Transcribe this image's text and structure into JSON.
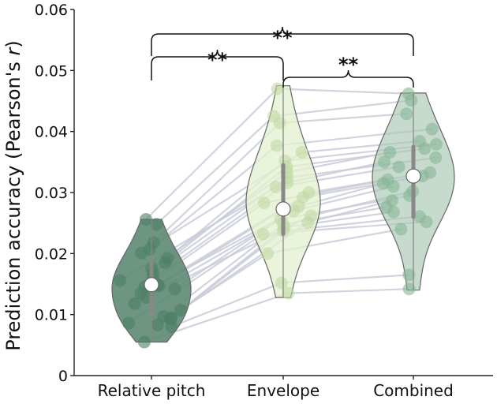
{
  "chart_data": {
    "type": "violin",
    "ylabel_main": "Prediction accuracy (Pearson's ",
    "ylabel_italic": "r",
    "ylabel_close": ")",
    "ylim": [
      0,
      0.06
    ],
    "yticks": [
      {
        "value": 0,
        "label": "0"
      },
      {
        "value": 0.01,
        "label": "0.01"
      },
      {
        "value": 0.02,
        "label": "0.02"
      },
      {
        "value": 0.03,
        "label": "0.03"
      },
      {
        "value": 0.04,
        "label": "0.04"
      },
      {
        "value": 0.05,
        "label": "0.05"
      },
      {
        "value": 0.06,
        "label": "0.06"
      }
    ],
    "categories": [
      "Relative pitch",
      "Envelope",
      "Combined"
    ],
    "colors": {
      "relative_pitch_fill": "#5d8a73",
      "relative_pitch_point": "#4d7e66",
      "envelope_fill": "#e3f0cf",
      "envelope_point": "#bfd9a4",
      "combined_fill": "#a9c6b3",
      "combined_point": "#86b596",
      "paired_line": "#c9cbd8",
      "outline": "#666666",
      "box": "#888888"
    },
    "series": [
      {
        "category": "Relative pitch",
        "median": 0.0149,
        "q1": 0.0097,
        "q3": 0.0192,
        "min": 0.0055,
        "max": 0.0256,
        "values": [
          0.0256,
          0.0248,
          0.0218,
          0.0207,
          0.0201,
          0.0192,
          0.0185,
          0.0176,
          0.0168,
          0.016,
          0.0156,
          0.0149,
          0.0147,
          0.0146,
          0.0142,
          0.0135,
          0.0128,
          0.0118,
          0.0107,
          0.0097,
          0.0095,
          0.0093,
          0.0086,
          0.0083,
          0.008,
          0.0055
        ]
      },
      {
        "category": "Envelope",
        "median": 0.0273,
        "q1": 0.0232,
        "q3": 0.0345,
        "min": 0.0128,
        "max": 0.0475,
        "values": [
          0.047,
          0.0425,
          0.0414,
          0.0377,
          0.0366,
          0.0352,
          0.0342,
          0.0333,
          0.0324,
          0.0316,
          0.0309,
          0.03,
          0.0292,
          0.0283,
          0.0277,
          0.027,
          0.0262,
          0.0256,
          0.0251,
          0.0248,
          0.0243,
          0.0237,
          0.0232,
          0.02,
          0.0152,
          0.0135
        ]
      },
      {
        "category": "Combined",
        "median": 0.0327,
        "q1": 0.026,
        "q3": 0.0375,
        "min": 0.014,
        "max": 0.0463,
        "values": [
          0.0462,
          0.0451,
          0.0429,
          0.0404,
          0.0384,
          0.0379,
          0.0372,
          0.0366,
          0.0357,
          0.035,
          0.0342,
          0.0333,
          0.0327,
          0.0321,
          0.0315,
          0.031,
          0.0302,
          0.0295,
          0.0287,
          0.0276,
          0.0268,
          0.0261,
          0.0252,
          0.024,
          0.0165,
          0.0142
        ]
      }
    ],
    "significance": [
      {
        "from": "Relative pitch",
        "to": "Envelope",
        "label": "**"
      },
      {
        "from": "Envelope",
        "to": "Combined",
        "label": "**"
      },
      {
        "from": "Relative pitch",
        "to": "Combined",
        "label": "**"
      }
    ]
  }
}
